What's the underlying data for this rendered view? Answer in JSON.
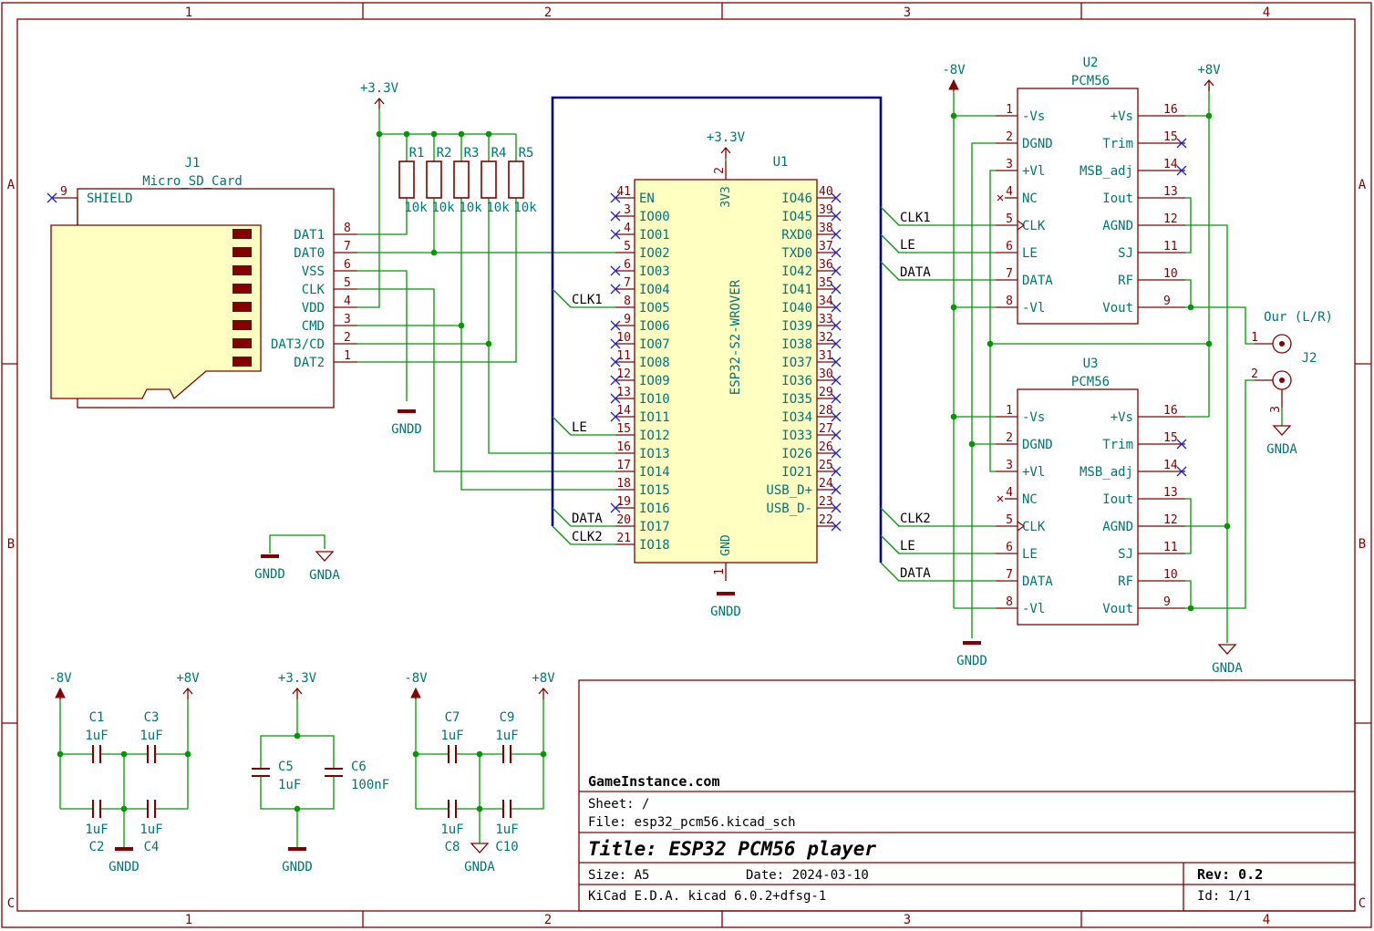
{
  "frame": {
    "cols": [
      "1",
      "2",
      "3",
      "4"
    ],
    "rows": [
      "A",
      "B",
      "C"
    ]
  },
  "title_block": {
    "company": "GameInstance.com",
    "sheet": "Sheet: /",
    "file": "File: esp32_pcm56.kicad_sch",
    "title": "Title: ESP32 PCM56 player",
    "size": "Size: A5",
    "date": "Date: 2024-03-10",
    "rev": "Rev: 0.2",
    "tool": "KiCad E.D.A.  kicad 6.0.2+dfsg-1",
    "id": "Id: 1/1"
  },
  "power": {
    "p33": "+3.3V",
    "p8": "+8V",
    "m8": "-8V",
    "gndd": "GNDD",
    "gnda": "GNDA"
  },
  "j1": {
    "ref": "J1",
    "value": "Micro_SD_Card",
    "shield": "SHIELD",
    "shield_pin": "9",
    "pins": [
      {
        "num": "8",
        "name": "DAT1"
      },
      {
        "num": "7",
        "name": "DAT0"
      },
      {
        "num": "6",
        "name": "VSS"
      },
      {
        "num": "5",
        "name": "CLK"
      },
      {
        "num": "4",
        "name": "VDD"
      },
      {
        "num": "3",
        "name": "CMD"
      },
      {
        "num": "2",
        "name": "DAT3/CD"
      },
      {
        "num": "1",
        "name": "DAT2"
      }
    ]
  },
  "resistors": [
    {
      "ref": "R1",
      "value": "10k"
    },
    {
      "ref": "R2",
      "value": "10k"
    },
    {
      "ref": "R3",
      "value": "10k"
    },
    {
      "ref": "R4",
      "value": "10k"
    },
    {
      "ref": "R5",
      "value": "10k"
    }
  ],
  "u1": {
    "ref": "U1",
    "value": "ESP32-S2-WROVER",
    "top_pin": {
      "num": "2",
      "name": "3V3"
    },
    "bottom_pin": {
      "num": "1",
      "name": "GND"
    },
    "left": [
      {
        "num": "41",
        "name": "EN"
      },
      {
        "num": "3",
        "name": "IO00"
      },
      {
        "num": "4",
        "name": "IO01"
      },
      {
        "num": "5",
        "name": "IO02"
      },
      {
        "num": "6",
        "name": "IO03"
      },
      {
        "num": "7",
        "name": "IO04"
      },
      {
        "num": "8",
        "name": "IO05"
      },
      {
        "num": "9",
        "name": "IO06"
      },
      {
        "num": "10",
        "name": "IO07"
      },
      {
        "num": "11",
        "name": "IO08"
      },
      {
        "num": "12",
        "name": "IO09"
      },
      {
        "num": "13",
        "name": "IO10"
      },
      {
        "num": "14",
        "name": "IO11"
      },
      {
        "num": "15",
        "name": "IO12"
      },
      {
        "num": "16",
        "name": "IO13"
      },
      {
        "num": "17",
        "name": "IO14"
      },
      {
        "num": "18",
        "name": "IO15"
      },
      {
        "num": "19",
        "name": "IO16"
      },
      {
        "num": "20",
        "name": "IO17"
      },
      {
        "num": "21",
        "name": "IO18"
      }
    ],
    "right": [
      {
        "num": "40",
        "name": "IO46"
      },
      {
        "num": "39",
        "name": "IO45"
      },
      {
        "num": "38",
        "name": "RXD0"
      },
      {
        "num": "37",
        "name": "TXD0"
      },
      {
        "num": "36",
        "name": "IO42"
      },
      {
        "num": "35",
        "name": "IO41"
      },
      {
        "num": "34",
        "name": "IO40"
      },
      {
        "num": "33",
        "name": "IO39"
      },
      {
        "num": "32",
        "name": "IO38"
      },
      {
        "num": "31",
        "name": "IO37"
      },
      {
        "num": "30",
        "name": "IO36"
      },
      {
        "num": "29",
        "name": "IO35"
      },
      {
        "num": "28",
        "name": "IO34"
      },
      {
        "num": "27",
        "name": "IO33"
      },
      {
        "num": "26",
        "name": "IO26"
      },
      {
        "num": "25",
        "name": "IO21"
      },
      {
        "num": "24",
        "name": "USB_D+"
      },
      {
        "num": "23",
        "name": "USB_D-"
      },
      {
        "num": "22",
        "name": ""
      }
    ]
  },
  "pcm_pins": {
    "left": [
      {
        "num": "1",
        "name": "-Vs"
      },
      {
        "num": "2",
        "name": "DGND"
      },
      {
        "num": "3",
        "name": "+Vl"
      },
      {
        "num": "4",
        "name": "NC"
      },
      {
        "num": "5",
        "name": "CLK"
      },
      {
        "num": "6",
        "name": "LE"
      },
      {
        "num": "7",
        "name": "DATA"
      },
      {
        "num": "8",
        "name": "-Vl"
      }
    ],
    "right": [
      {
        "num": "16",
        "name": "+Vs"
      },
      {
        "num": "15",
        "name": "Trim"
      },
      {
        "num": "14",
        "name": "MSB_adj"
      },
      {
        "num": "13",
        "name": "Iout"
      },
      {
        "num": "12",
        "name": "AGND"
      },
      {
        "num": "11",
        "name": "SJ"
      },
      {
        "num": "10",
        "name": "RF"
      },
      {
        "num": "9",
        "name": "Vout"
      }
    ]
  },
  "u2": {
    "ref": "U2",
    "value": "PCM56"
  },
  "u3": {
    "ref": "U3",
    "value": "PCM56"
  },
  "j2": {
    "ref": "J2",
    "value": "Our (L/R)",
    "pins": [
      "1",
      "2",
      "3"
    ]
  },
  "labels": {
    "clk1": "CLK1",
    "clk2": "CLK2",
    "le": "LE",
    "data": "DATA"
  },
  "caps": [
    {
      "ref": "C1",
      "value": "1uF"
    },
    {
      "ref": "C2",
      "value": "1uF"
    },
    {
      "ref": "C3",
      "value": "1uF"
    },
    {
      "ref": "C4",
      "value": "1uF"
    },
    {
      "ref": "C5",
      "value": "1uF"
    },
    {
      "ref": "C6",
      "value": "100nF"
    },
    {
      "ref": "C7",
      "value": "1uF"
    },
    {
      "ref": "C8",
      "value": "1uF"
    },
    {
      "ref": "C9",
      "value": "1uF"
    },
    {
      "ref": "C10",
      "value": "1uF"
    }
  ],
  "colors": {
    "wire": "#009900",
    "symbol": "#840000",
    "body": "#ffffc2",
    "text": "#007575",
    "bus": "#000099",
    "nc": "#2020cc"
  }
}
